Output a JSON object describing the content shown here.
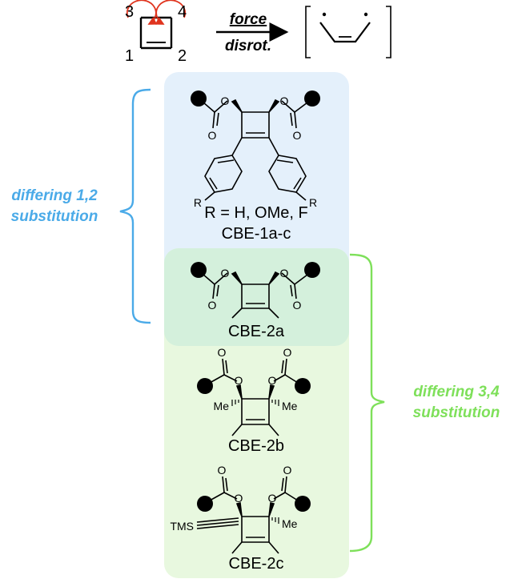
{
  "scheme": {
    "arrow_top": "force",
    "arrow_bottom": "disrot.",
    "locants": [
      "3",
      "4",
      "1",
      "2"
    ]
  },
  "brackets": {
    "left_line1": "differing 1,2",
    "left_line2": "substitution",
    "left_color": "#4aaae8",
    "right_line1": "differing 3,4",
    "right_line2": "substitution",
    "right_color": "#7ee05a"
  },
  "panels": {
    "blue_bg": "#e4f0fb",
    "green_bg": "#e8f8df",
    "green_dark_bg": "#d4f0dc"
  },
  "compounds": {
    "cbe1": {
      "r_label": "R",
      "substituents": "R = H, OMe, F",
      "name": "CBE-1a-c"
    },
    "cbe2a": {
      "name": "CBE-2a"
    },
    "cbe2b": {
      "me": "Me",
      "name": "CBE-2b"
    },
    "cbe2c": {
      "tms": "TMS",
      "me": "Me",
      "name": "CBE-2c"
    },
    "carbonyl_o": "O"
  },
  "arrow_color": "#e0341e"
}
